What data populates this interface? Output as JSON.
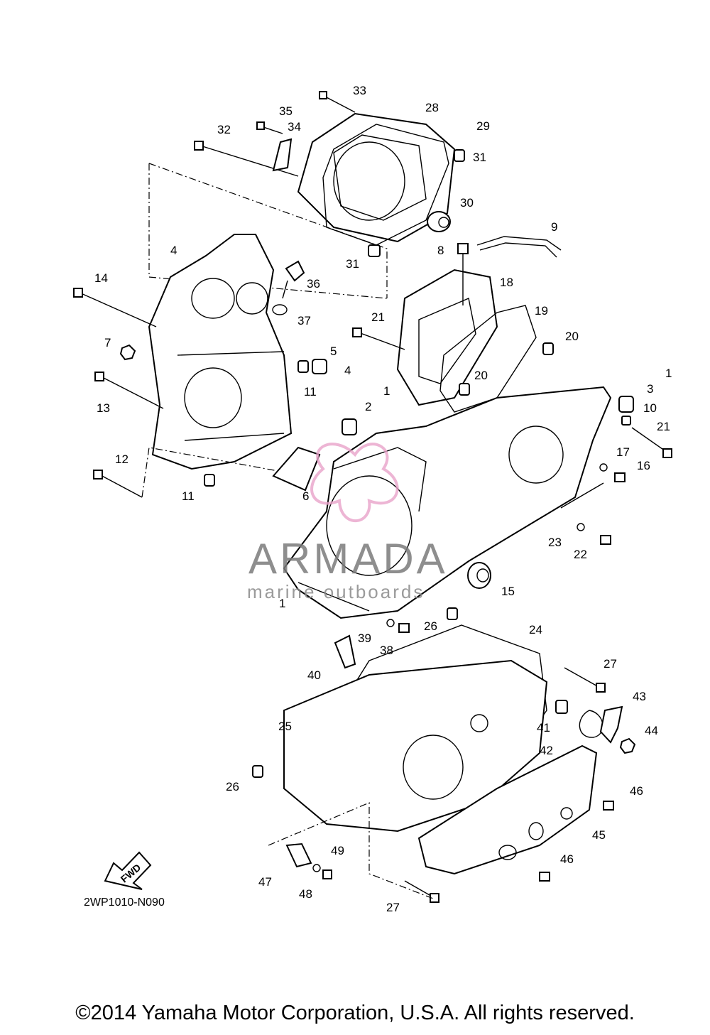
{
  "diagram": {
    "callouts": [
      "1",
      "1",
      "1",
      "2",
      "3",
      "4",
      "4",
      "5",
      "6",
      "7",
      "8",
      "9",
      "10",
      "11",
      "11",
      "12",
      "13",
      "14",
      "15",
      "16",
      "17",
      "18",
      "19",
      "20",
      "20",
      "21",
      "21",
      "22",
      "23",
      "24",
      "25",
      "26",
      "26",
      "27",
      "27",
      "28",
      "29",
      "30",
      "31",
      "31",
      "32",
      "33",
      "34",
      "35",
      "36",
      "37",
      "38",
      "39",
      "40",
      "41",
      "42",
      "43",
      "44",
      "45",
      "46",
      "46",
      "47",
      "48",
      "49"
    ],
    "fwd_label": "FWD",
    "diagram_code": "2WP1010-N090",
    "copyright": "©2014 Yamaha Motor Corporation, U.S.A. All rights reserved."
  },
  "watermark": {
    "title": "ARMADA",
    "subtitle": "marine outboards",
    "accent_color": "#e9a3c9",
    "text_color": "#7b7b7b"
  }
}
